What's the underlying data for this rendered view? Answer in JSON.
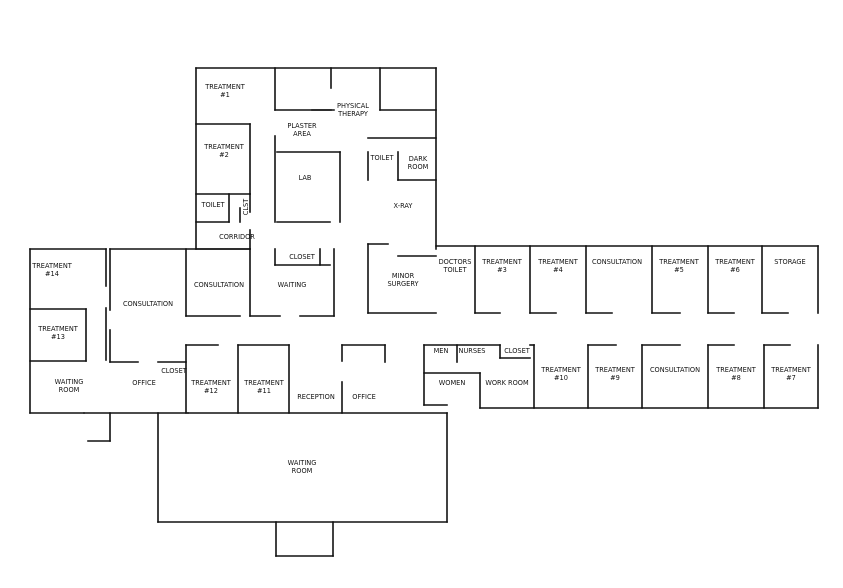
{
  "rooms": {
    "treatment_1": [
      "TREATMENT",
      "#1"
    ],
    "physical_therapy": [
      "PHYSICAL",
      "THERAPY"
    ],
    "plaster_area": [
      "PLASTER",
      "AREA"
    ],
    "treatment_2": [
      "TREATMENT",
      "#2"
    ],
    "toilet_upper": "TOILET",
    "dark_room": [
      "DARK",
      "ROOM"
    ],
    "lab": "LAB",
    "toilet_small": "TOILET",
    "closet_small": "CLST",
    "xray": "X-RAY",
    "corridor": "CORRIDOR",
    "closet_mid": "CLOSET",
    "treatment_14": [
      "TREATMENT",
      "#14"
    ],
    "consultation_mid": "CONSULTATION",
    "waiting": "WAITING",
    "minor_surgery": [
      "MINOR",
      "SURGERY"
    ],
    "doctors_toilet": [
      "DOCTORS",
      "TOILET"
    ],
    "treatment_3": [
      "TREATMENT",
      "#3"
    ],
    "treatment_4": [
      "TREATMENT",
      "#4"
    ],
    "consultation_right_upper": "CONSULTATION",
    "treatment_5": [
      "TREATMENT",
      "#5"
    ],
    "treatment_6": [
      "TREATMENT",
      "#6"
    ],
    "storage": "STORAGE",
    "consultation_left": "CONSULTATION",
    "treatment_13": [
      "TREATMENT",
      "#13"
    ],
    "men": "MEN",
    "nurses": "NURSES",
    "closet_right": "CLOSET",
    "closet_office": "CLOSET",
    "waiting_room_left": [
      "WAITING",
      "ROOM"
    ],
    "office_left": "OFFICE",
    "treatment_12": [
      "TREATMENT",
      "#12"
    ],
    "treatment_11": [
      "TREATMENT",
      "#11"
    ],
    "reception": "RECEPTION",
    "office_mid": "OFFICE",
    "women": "WOMEN",
    "work_room": "WORK ROOM",
    "treatment_10": [
      "TREATMENT",
      "#10"
    ],
    "treatment_9": [
      "TREATMENT",
      "#9"
    ],
    "consultation_right_lower": "CONSULTATION",
    "treatment_8": [
      "TREATMENT",
      "#8"
    ],
    "treatment_7": [
      "TREATMENT",
      "#7"
    ],
    "waiting_room_main": [
      "WAITING",
      "ROOM"
    ]
  }
}
